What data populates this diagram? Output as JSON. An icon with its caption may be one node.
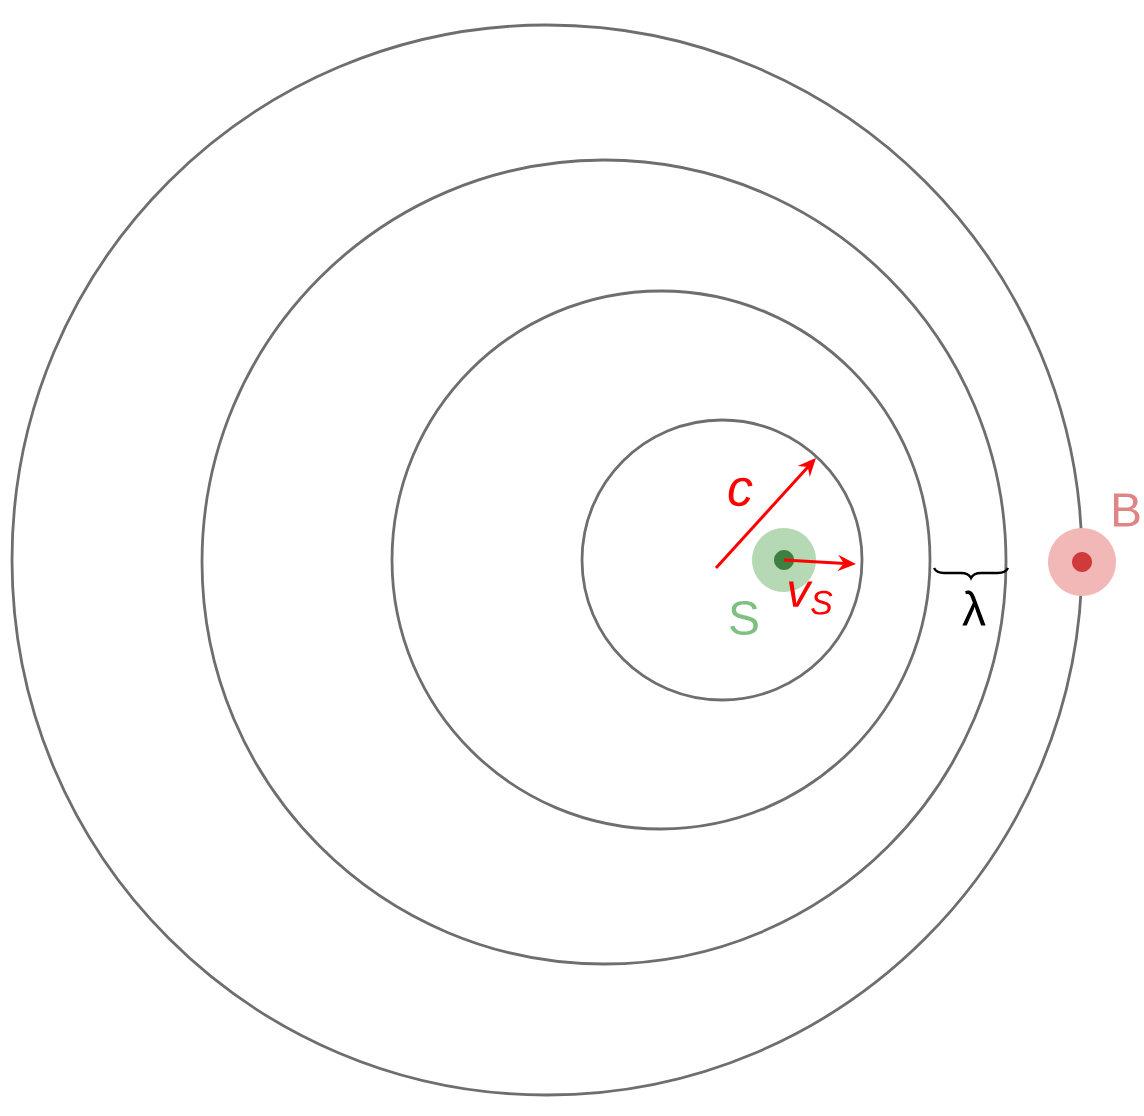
{
  "diagram": {
    "labels": [
      "c",
      "v$_{S}$",
      "S",
      "λ",
      "B"
    ]
  }
}
